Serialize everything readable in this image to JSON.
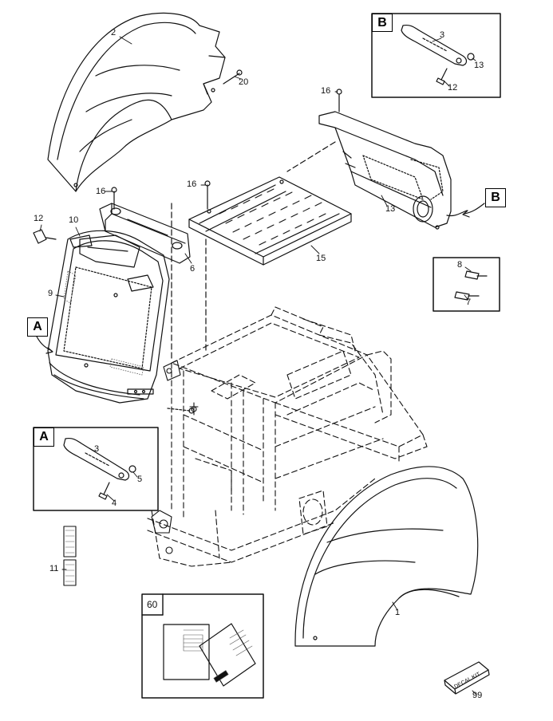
{
  "diagram": {
    "callouts": {
      "c1": "1",
      "c2": "2",
      "c3a": "3",
      "c3b": "3",
      "c4": "4",
      "c5": "5",
      "c6": "6",
      "c7": "7",
      "c8": "8",
      "c9": "9",
      "c10": "10",
      "c11": "11",
      "c12a": "12",
      "c12b": "12",
      "c13a": "13",
      "c13b": "13",
      "c15": "15",
      "c16a": "16",
      "c16b": "16",
      "c16c": "16",
      "c20": "20",
      "c60": "60",
      "c99": "99"
    },
    "detail_letters": {
      "a_box": "A",
      "a_arrow": "A",
      "b_box": "B",
      "b_arrow": "B"
    },
    "decal_label": "DECAL KIT"
  }
}
